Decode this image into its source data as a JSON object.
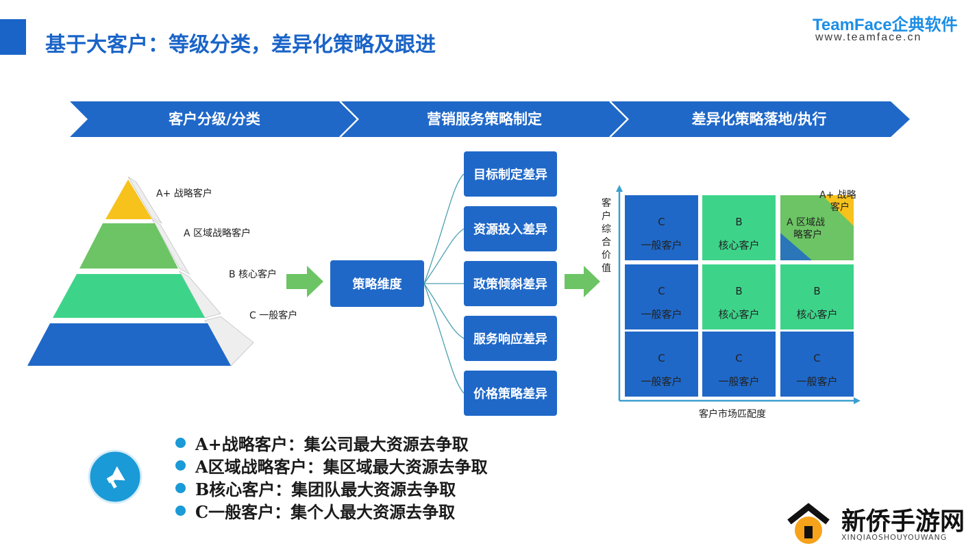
{
  "header": {
    "title": "基于大客户：等级分类，差异化策略及跟进",
    "brand": "TeamFace企典软件",
    "brand_url": "www.teamface.cn"
  },
  "stages": [
    "客户分级/分类",
    "营销服务策略制定",
    "差异化策略落地/执行"
  ],
  "pyramid": {
    "levels": [
      "A+ 战略客户",
      "A 区域战略客户",
      "B 核心客户",
      "C 一般客户"
    ],
    "colors": [
      "#f6c21b",
      "#6cc464",
      "#3dd48a",
      "#1f68c8"
    ]
  },
  "strategy": {
    "center": "策略维度",
    "items": [
      "目标制定差异",
      "资源投入差异",
      "政策倾斜差异",
      "服务响应差异",
      "价格策略差异"
    ]
  },
  "matrix": {
    "y_label": "客户综合价值",
    "x_label": "客户市场匹配度",
    "corner": {
      "top": "A+ 战略",
      "top2": "客户",
      "mid": "A 区域战",
      "mid2": "略客户"
    },
    "rows": [
      [
        {
          "lv": "C",
          "nm": "一般客户",
          "c": "blue"
        },
        {
          "lv": "B",
          "nm": "核心客户",
          "c": "green"
        },
        {
          "lv": "",
          "nm": "",
          "c": "corner"
        }
      ],
      [
        {
          "lv": "C",
          "nm": "一般客户",
          "c": "blue"
        },
        {
          "lv": "B",
          "nm": "核心客户",
          "c": "green"
        },
        {
          "lv": "B",
          "nm": "核心客户",
          "c": "green"
        }
      ],
      [
        {
          "lv": "C",
          "nm": "一般客户",
          "c": "blue"
        },
        {
          "lv": "C",
          "nm": "一般客户",
          "c": "blue"
        },
        {
          "lv": "C",
          "nm": "一般客户",
          "c": "blue"
        }
      ]
    ]
  },
  "bullets": [
    "A+战略客户：集公司最大资源去争取",
    "A区域战略客户：集区域最大资源去争取",
    "B核心客户：集团队最大资源去争取",
    "C一般客户：集个人最大资源去争取"
  ],
  "watermark": {
    "text": "新侨手游网",
    "sub": "XINQIAOSHOUYOUWANG"
  },
  "icons": {
    "bullet_icon": "megaphone-icon",
    "arrow": "green-arrow-icon"
  }
}
